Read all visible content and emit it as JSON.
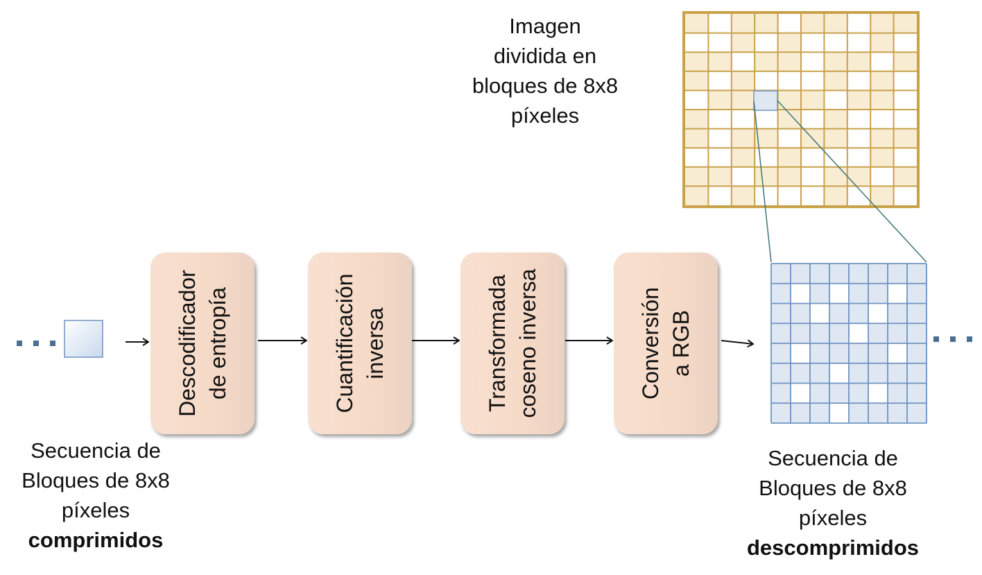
{
  "image_caption": {
    "lines": [
      "Imagen",
      "dividida en",
      "bloques de 8x8",
      "píxeles"
    ]
  },
  "stages": [
    {
      "lines": [
        "Descodificador",
        "de entropía"
      ]
    },
    {
      "lines": [
        "Cuantificación",
        "inversa"
      ]
    },
    {
      "lines": [
        "Transformada",
        "coseno inversa"
      ]
    },
    {
      "lines": [
        "Conversión",
        "a RGB"
      ]
    }
  ],
  "input_caption": {
    "lines": [
      "Secuencia de",
      "Bloques de 8x8",
      "píxeles"
    ],
    "emphasis": "comprimidos"
  },
  "output_caption": {
    "lines": [
      "Secuencia de",
      "Bloques de 8x8",
      "píxeles"
    ],
    "emphasis": "descomprimidos"
  },
  "colors": {
    "image_grid_border": "#c9a14a",
    "image_grid_fill": "#f8ecd3",
    "block_fill": "#dfe7f2",
    "block_line": "#6f93c1",
    "stage_fill": "#f6dac8",
    "dots": "#4a6f91",
    "connector": "#3f7478"
  }
}
